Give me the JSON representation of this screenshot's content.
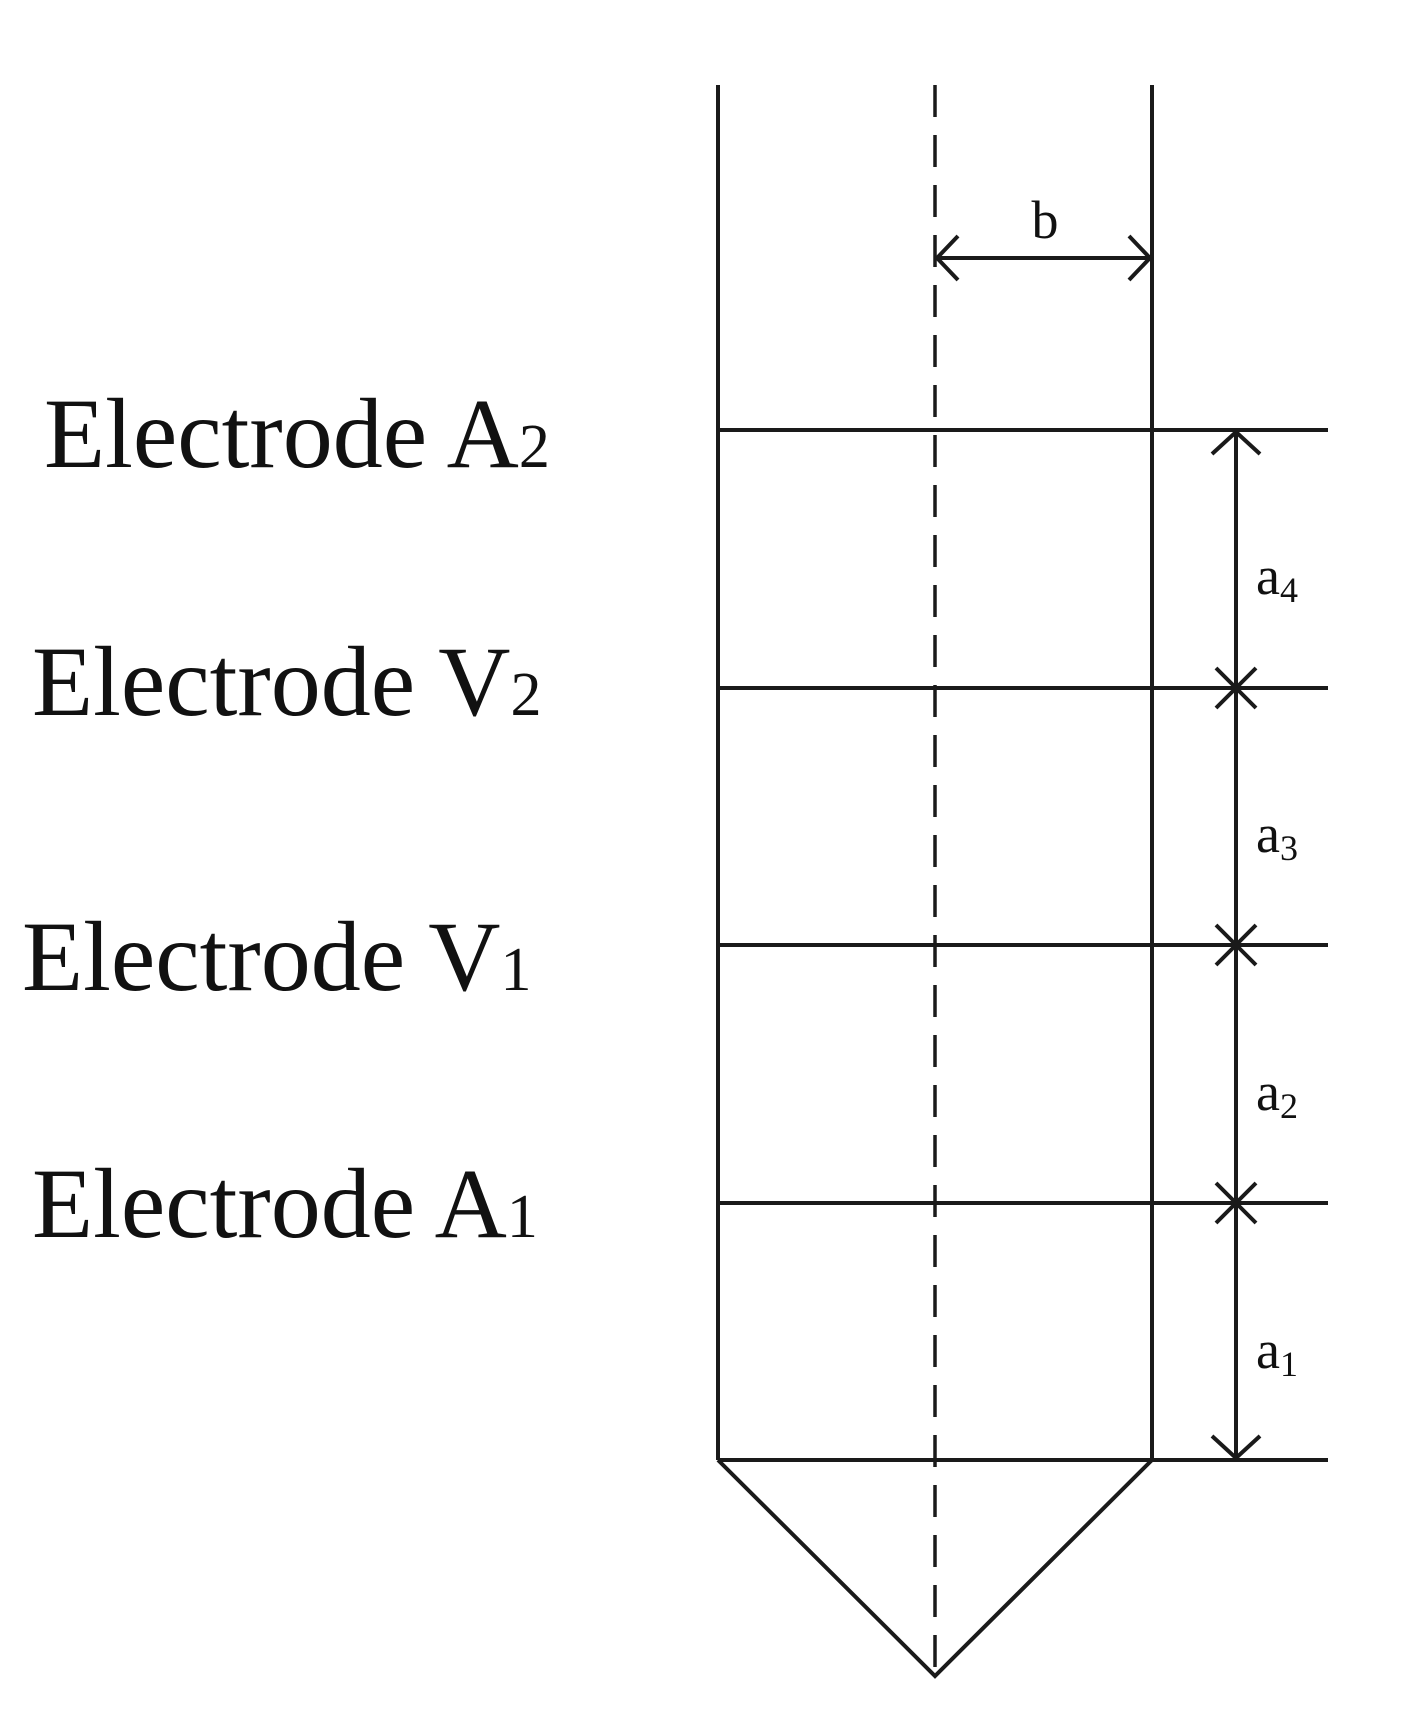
{
  "diagram": {
    "electrodes": [
      {
        "name": "Electrode A",
        "sub": "2"
      },
      {
        "name": "Electrode V",
        "sub": "2"
      },
      {
        "name": "Electrode V",
        "sub": "1"
      },
      {
        "name": "Electrode A",
        "sub": "1"
      }
    ],
    "dimensions": {
      "radius": {
        "label": "b"
      },
      "spacings": [
        {
          "base": "a",
          "sub": "4"
        },
        {
          "base": "a",
          "sub": "3"
        },
        {
          "base": "a",
          "sub": "2"
        },
        {
          "base": "a",
          "sub": "1"
        }
      ]
    }
  }
}
